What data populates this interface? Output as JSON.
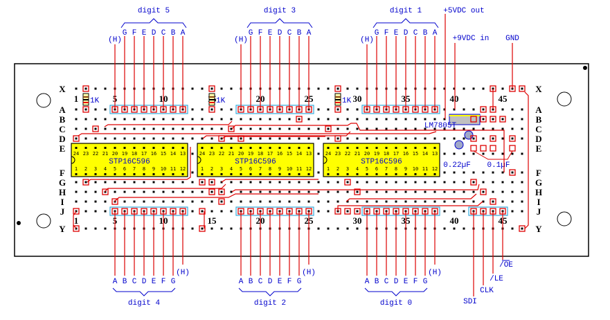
{
  "board": {
    "rows_top": [
      "X"
    ],
    "rows_main": [
      "A",
      "B",
      "C",
      "D",
      "E",
      "F",
      "G",
      "H",
      "I",
      "J"
    ],
    "rows_bottom": [
      "Y"
    ],
    "column_numbers": [
      "1",
      "5",
      "10",
      "15",
      "20",
      "25",
      "30",
      "35",
      "40",
      "45"
    ]
  },
  "chips": [
    {
      "name": "STP16C596",
      "top_pins": [
        "24",
        "23",
        "22",
        "21",
        "20",
        "19",
        "18",
        "17",
        "16",
        "15",
        "14",
        "13"
      ],
      "bottom_pins": [
        "1",
        "2",
        "3",
        "4",
        "5",
        "6",
        "7",
        "8",
        "9",
        "10",
        "11",
        "12"
      ]
    },
    {
      "name": "STP16C596",
      "top_pins": [
        "24",
        "23",
        "22",
        "21",
        "20",
        "19",
        "18",
        "17",
        "16",
        "15",
        "14",
        "13"
      ],
      "bottom_pins": [
        "1",
        "2",
        "3",
        "4",
        "5",
        "6",
        "7",
        "8",
        "9",
        "10",
        "11",
        "12"
      ]
    },
    {
      "name": "STP16C596",
      "top_pins": [
        "24",
        "23",
        "22",
        "21",
        "20",
        "19",
        "18",
        "17",
        "16",
        "15",
        "14",
        "13"
      ],
      "bottom_pins": [
        "1",
        "2",
        "3",
        "4",
        "5",
        "6",
        "7",
        "8",
        "9",
        "10",
        "11",
        "12"
      ]
    }
  ],
  "resistors": [
    "1K",
    "1K",
    "1K"
  ],
  "regulator": "LM7805T",
  "capacitors": [
    "0.22µF",
    "0.1µF"
  ],
  "top_digits": [
    {
      "label": "digit 5",
      "segments": [
        "G",
        "F",
        "E",
        "D",
        "C",
        "B",
        "A"
      ],
      "extra": "(H)"
    },
    {
      "label": "digit 3",
      "segments": [
        "G",
        "F",
        "E",
        "D",
        "C",
        "B",
        "A"
      ],
      "extra": "(H)"
    },
    {
      "label": "digit 1",
      "segments": [
        "G",
        "F",
        "E",
        "D",
        "C",
        "B",
        "A"
      ],
      "extra": "(H)"
    }
  ],
  "bottom_digits": [
    {
      "label": "digit 4",
      "segments": [
        "A",
        "B",
        "C",
        "D",
        "E",
        "F",
        "G"
      ],
      "extra": "(H)"
    },
    {
      "label": "digit 2",
      "segments": [
        "A",
        "B",
        "C",
        "D",
        "E",
        "F",
        "G"
      ],
      "extra": "(H)"
    },
    {
      "label": "digit 0",
      "segments": [
        "A",
        "B",
        "C",
        "D",
        "E",
        "F",
        "G"
      ],
      "extra": "(H)"
    }
  ],
  "power": {
    "out5v": "+5VDC out",
    "in9v": "+9VDC in",
    "gnd": "GND"
  },
  "signals": [
    "SDI",
    "CLK",
    "/LE",
    "/OE"
  ]
}
